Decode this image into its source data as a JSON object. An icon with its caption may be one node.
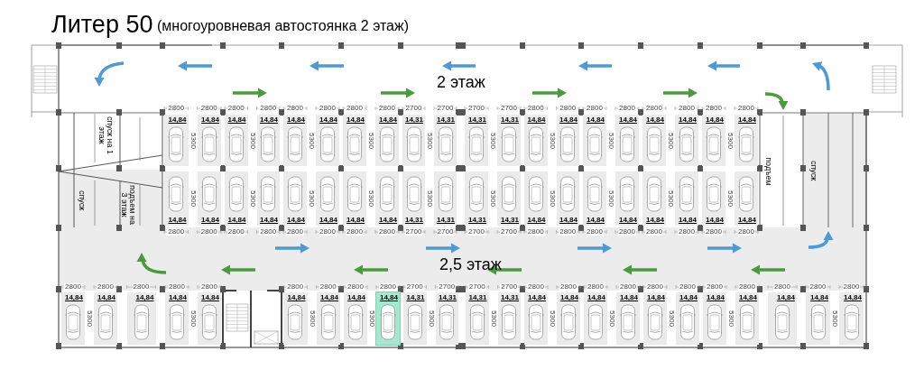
{
  "diagram": {
    "title": "Литер 50",
    "nodes": [
      {
        "text": [
          "14,84"
        ],
        "beside": [
          "2800"
        ]
      },
      {
        "text": [
          "14,84"
        ],
        "beside": [
          "2800"
        ]
      },
      {
        "text": [
          "14,84"
        ],
        "beside": [
          "2800"
        ]
      },
      {
        "text": [
          "14,84"
        ],
        "beside": [
          "2800"
        ]
      },
      {
        "text": [
          "14,84"
        ],
        "beside": [
          "2800"
        ]
      },
      {
        "text": [
          "14,84"
        ],
        "beside": [
          "2800"
        ]
      },
      {
        "text": [
          "14,84"
        ],
        "beside": [
          "2800"
        ]
      },
      {
        "text": [
          "14,84"
        ],
        "beside": [
          "2800"
        ]
      },
      {
        "text": [
          "14,31"
        ],
        "beside": [
          "2700"
        ]
      },
      {
        "text": [
          "14,31"
        ],
        "beside": [
          "2700"
        ]
      },
      {
        "text": [
          "14,31"
        ],
        "beside": [
          "2700"
        ]
      },
      {
        "text": [
          "14,31"
        ],
        "beside": [
          "2700"
        ]
      },
      {
        "text": [
          "14,84"
        ],
        "beside": [
          "2800"
        ]
      },
      {
        "text": [
          "14,84"
        ],
        "beside": [
          "2800"
        ]
      },
      {
        "text": [
          "14,84"
        ],
        "beside": [
          "2800"
        ]
      },
      {
        "text": [
          "14,84"
        ],
        "beside": [
          "2800"
        ]
      },
      {
        "text": [
          "14,84"
        ],
        "beside": [
          "2800"
        ]
      },
      {
        "text": [
          "14,84"
        ],
        "beside": [
          "2800"
        ]
      },
      {
        "text": [
          "14,84"
        ],
        "beside": [
          "2800"
        ]
      },
      {
        "text": [
          "14,84"
        ],
        "beside": [
          "2800"
        ]
      },
      {
        "text": [
          "14,84"
        ],
        "beside": [
          "2800"
        ]
      },
      {
        "text": [
          "14,84"
        ],
        "beside": [
          "2800"
        ]
      },
      {
        "text": [
          "14,84"
        ],
        "beside": [
          "2800"
        ]
      },
      {
        "text": [
          "14,84"
        ],
        "beside": [
          "2800"
        ]
      },
      {
        "text": [
          "14,84"
        ],
        "beside": [
          "2800"
        ]
      },
      {
        "text": [
          "14,84"
        ],
        "beside": [
          "2800"
        ]
      },
      {
        "text": [
          "14,84"
        ],
        "beside": [
          "2800"
        ]
      },
      {
        "text": [
          "14,84"
        ],
        "beside": [
          "2800"
        ]
      },
      {
        "text": [
          "14,31"
        ],
        "beside": [
          "2700"
        ]
      },
      {
        "text": [
          "14,31"
        ],
        "beside": [
          "2700"
        ]
      },
      {
        "text": [
          "14,31"
        ],
        "beside": [
          "2700"
        ]
      },
      {
        "text": [
          "14,31"
        ],
        "beside": [
          "2700"
        ]
      },
      {
        "text": [
          "14,84"
        ],
        "beside": [
          "2800"
        ]
      },
      {
        "text": [
          "14,84"
        ],
        "beside": [
          "2800"
        ]
      },
      {
        "text": [
          "14,84"
        ],
        "beside": [
          "2800"
        ]
      },
      {
        "text": [
          "14,84"
        ],
        "beside": [
          "2800"
        ]
      },
      {
        "text": [
          "14,84"
        ],
        "beside": [
          "2800"
        ]
      },
      {
        "text": [
          "14,84"
        ],
        "beside": [
          "2800"
        ]
      },
      {
        "text": [
          "14,84"
        ],
        "beside": [
          "2800"
        ]
      },
      {
        "text": [
          "14,84"
        ],
        "beside": [
          "2800"
        ]
      },
      {
        "text": [
          "14,84"
        ],
        "beside": [
          "2800"
        ]
      },
      {
        "text": [
          "14,84"
        ],
        "beside": [
          "2800"
        ]
      },
      {
        "text": [
          "14,84"
        ],
        "beside": [
          "2800"
        ]
      },
      {
        "text": [
          "14,84"
        ],
        "beside": [
          "2800"
        ]
      },
      {
        "text": [
          "14,84"
        ],
        "beside": [
          "2800"
        ]
      },
      {
        "text": [
          "14,84"
        ],
        "beside": [
          "2800"
        ]
      },
      {
        "text": [
          "14,84"
        ],
        "beside": [
          "2800"
        ]
      },
      {
        "text": [
          "14,84"
        ],
        "beside": [
          "2800"
        ]
      },
      {
        "text": [
          "14,84"
        ],
        "beside": [
          "2800"
        ]
      },
      {
        "text": [
          "14,31"
        ],
        "beside": [
          "2700"
        ]
      },
      {
        "text": [
          "14,31"
        ],
        "beside": [
          "2700"
        ]
      },
      {
        "text": [
          "14,31"
        ],
        "beside": [
          "2700"
        ]
      },
      {
        "text": [
          "14,31"
        ],
        "beside": [
          "2700"
        ]
      },
      {
        "text": [
          "14,84"
        ],
        "beside": [
          "2800"
        ]
      },
      {
        "text": [
          "14,84"
        ],
        "beside": [
          "2800"
        ]
      },
      {
        "text": [
          "14,84"
        ],
        "beside": [
          "2800"
        ]
      },
      {
        "text": [
          "14,84"
        ],
        "beside": [
          "2800"
        ]
      },
      {
        "text": [
          "14,84"
        ],
        "beside": [
          "2800"
        ]
      },
      {
        "text": [
          "14,84"
        ],
        "beside": [
          "2800"
        ]
      },
      {
        "text": [
          "14,84"
        ],
        "beside": [
          "2800"
        ]
      },
      {
        "text": [
          "14,84"
        ],
        "beside": [
          "2800"
        ]
      },
      {
        "text": [
          "14,84"
        ],
        "beside": [
          "2800"
        ]
      },
      {
        "text": [
          "14,84"
        ],
        "beside": [
          "2800"
        ]
      },
      {
        "text": [
          "14,84"
        ],
        "beside": [
          "2800"
        ]
      }
    ],
    "labels": [
      "(многоуровневая автостоянка 2 этаж)",
      "2 этаж",
      "2,5 этаж",
      "спуск на 1 этаж",
      "подъем на 3 этаж",
      "спуск",
      "подъем",
      "спуск",
      "5300",
      "5300",
      "5300",
      "5300",
      "5300",
      "5300",
      "5300",
      "5300",
      "5300",
      "5300",
      "5300",
      "5300",
      "5300",
      "5300",
      "5300",
      "5300",
      "5300",
      "5300",
      "5300",
      "5300",
      "5300",
      "5300",
      "5300",
      "5300",
      "5300",
      "5300",
      "5300",
      "5300",
      "5300",
      "5300",
      "5300"
    ]
  }
}
